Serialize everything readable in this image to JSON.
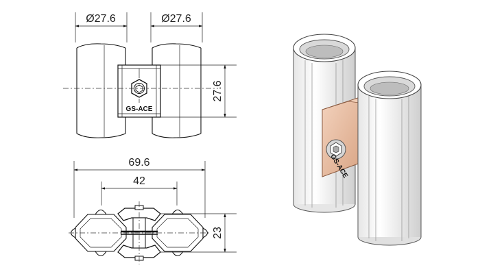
{
  "drawing": {
    "top_view": {
      "dia_left": "Ø27.6",
      "dia_right": "Ø27.6",
      "height": "27.6",
      "brand_label": "GS-ACE"
    },
    "section_view": {
      "overall_width": "69.6",
      "center_distance": "42",
      "height": "23"
    },
    "iso_view": {
      "brand_label": "GS-ACE",
      "colors": {
        "joint": "#e9c1a6",
        "joint_dark": "#c98f6f",
        "pipe": "#ffffff",
        "pipe_shade": "#d8d8d8"
      }
    }
  }
}
